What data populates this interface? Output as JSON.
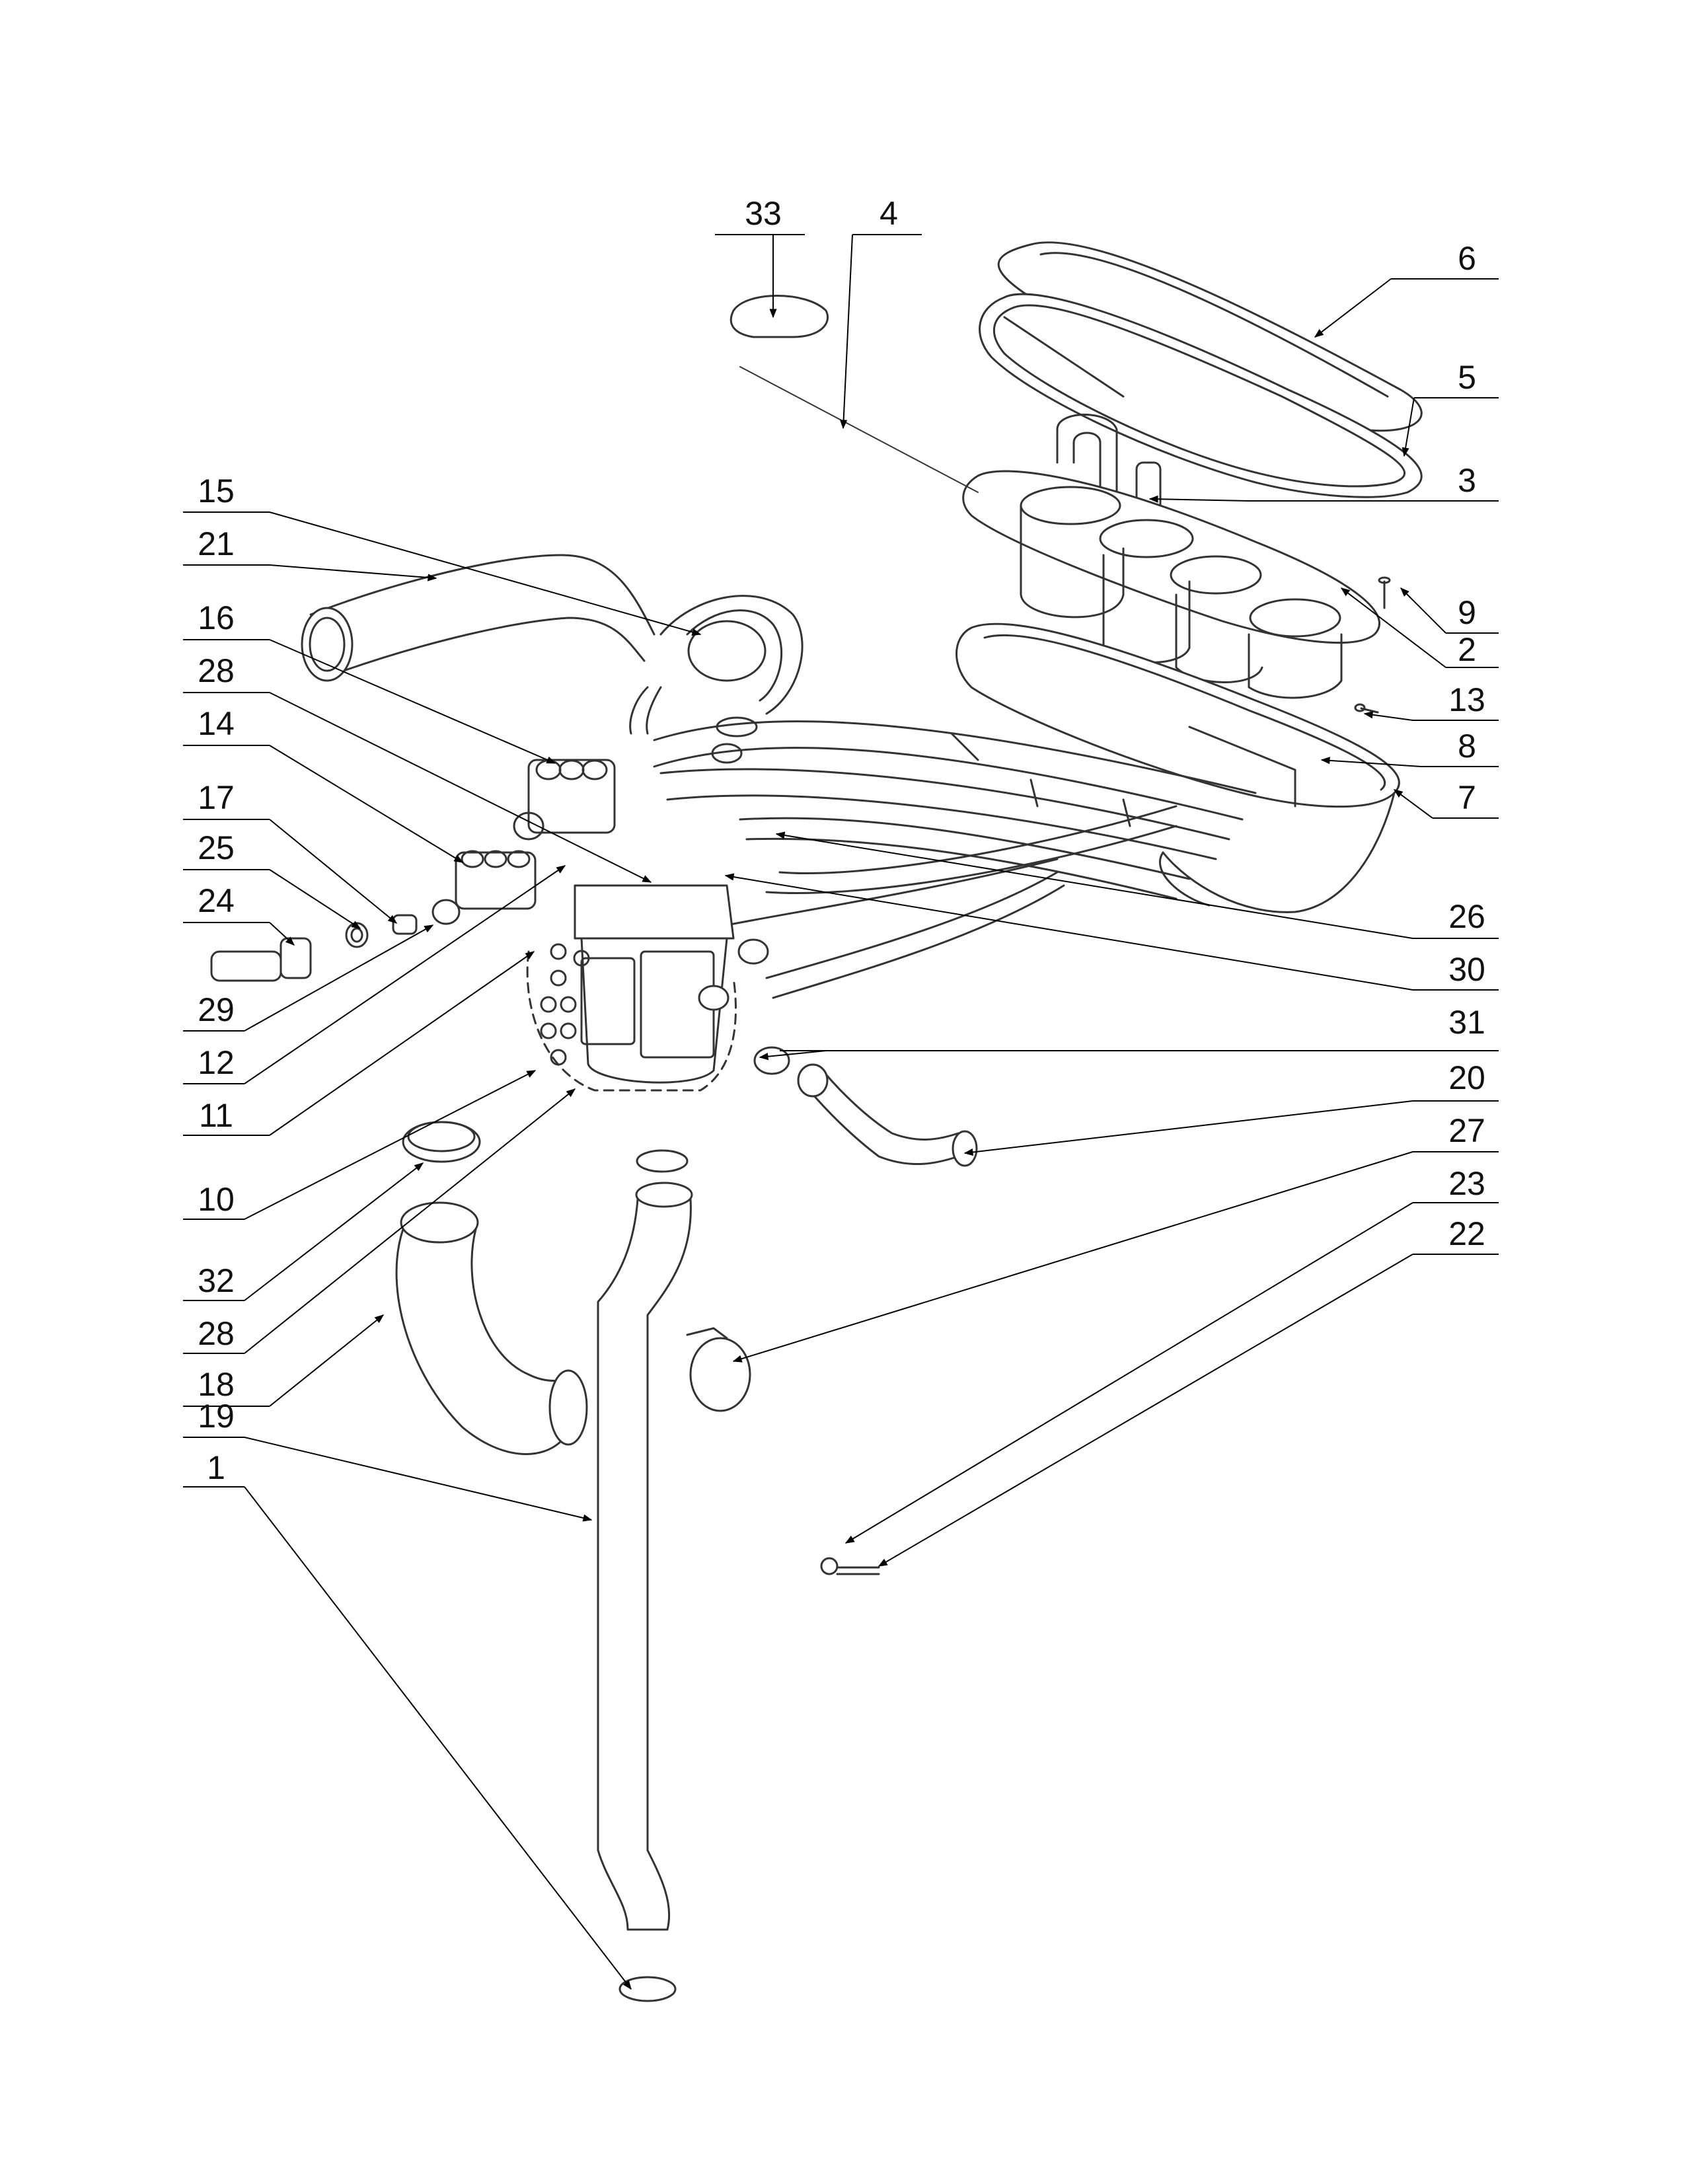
{
  "callouts": [
    {
      "id": "33",
      "label": "33"
    },
    {
      "id": "4",
      "label": "4"
    },
    {
      "id": "6",
      "label": "6"
    },
    {
      "id": "5",
      "label": "5"
    },
    {
      "id": "3",
      "label": "3"
    },
    {
      "id": "9",
      "label": "9"
    },
    {
      "id": "2",
      "label": "2"
    },
    {
      "id": "13",
      "label": "13"
    },
    {
      "id": "8",
      "label": "8"
    },
    {
      "id": "7",
      "label": "7"
    },
    {
      "id": "26",
      "label": "26"
    },
    {
      "id": "30",
      "label": "30"
    },
    {
      "id": "31",
      "label": "31"
    },
    {
      "id": "20",
      "label": "20"
    },
    {
      "id": "27",
      "label": "27"
    },
    {
      "id": "23",
      "label": "23"
    },
    {
      "id": "22",
      "label": "22"
    },
    {
      "id": "15",
      "label": "15"
    },
    {
      "id": "21",
      "label": "21"
    },
    {
      "id": "16",
      "label": "16"
    },
    {
      "id": "28a",
      "label": "28"
    },
    {
      "id": "14",
      "label": "14"
    },
    {
      "id": "17",
      "label": "17"
    },
    {
      "id": "25",
      "label": "25"
    },
    {
      "id": "24",
      "label": "24"
    },
    {
      "id": "29",
      "label": "29"
    },
    {
      "id": "12",
      "label": "12"
    },
    {
      "id": "11",
      "label": "11"
    },
    {
      "id": "10",
      "label": "10"
    },
    {
      "id": "32",
      "label": "32"
    },
    {
      "id": "28b",
      "label": "28"
    },
    {
      "id": "18",
      "label": "18"
    },
    {
      "id": "19",
      "label": "19"
    },
    {
      "id": "1",
      "label": "1"
    }
  ]
}
